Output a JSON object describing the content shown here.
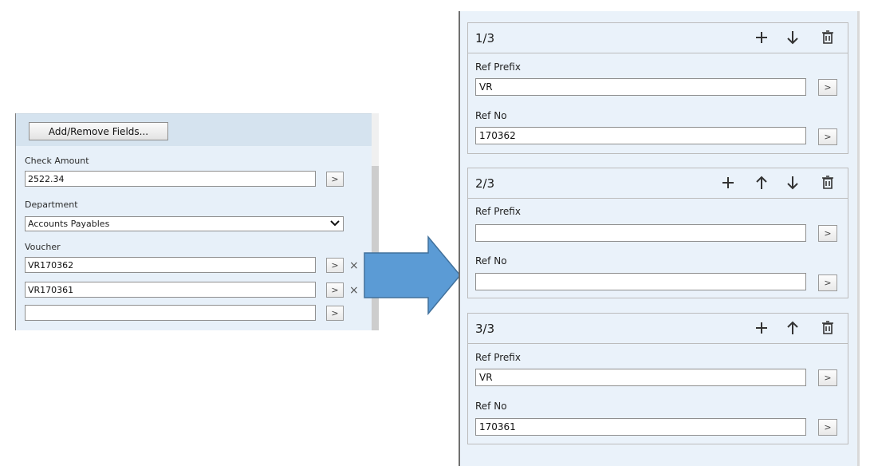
{
  "left": {
    "add_remove_label": "Add/Remove Fields...",
    "check_amount": {
      "label": "Check Amount",
      "value": "2522.34"
    },
    "department": {
      "label": "Department",
      "value": "Accounts Payables"
    },
    "voucher": {
      "label": "Voucher",
      "rows": [
        "VR170362",
        "VR170361",
        ""
      ]
    },
    "button_glyph": ">",
    "remove_glyph": "×"
  },
  "right": {
    "cards": [
      {
        "title": "1/3",
        "ref_prefix_label": "Ref Prefix",
        "ref_prefix": "VR",
        "ref_no_label": "Ref No",
        "ref_no": "170362"
      },
      {
        "title": "2/3",
        "ref_prefix_label": "Ref Prefix",
        "ref_prefix": "",
        "ref_no_label": "Ref No",
        "ref_no": ""
      },
      {
        "title": "3/3",
        "ref_prefix_label": "Ref Prefix",
        "ref_prefix": "VR",
        "ref_no_label": "Ref No",
        "ref_no": "170361"
      }
    ],
    "button_glyph": ">"
  },
  "icons": {
    "add": "plus-icon",
    "up": "arrow-up-icon",
    "down": "arrow-down-icon",
    "delete": "trash-icon",
    "transition": "right-arrow-icon"
  },
  "colors": {
    "panel_bg": "#e7f0f9",
    "header_bg": "#d5e3ef",
    "arrow_fill": "#5b9bd5",
    "arrow_stroke": "#41719c"
  }
}
